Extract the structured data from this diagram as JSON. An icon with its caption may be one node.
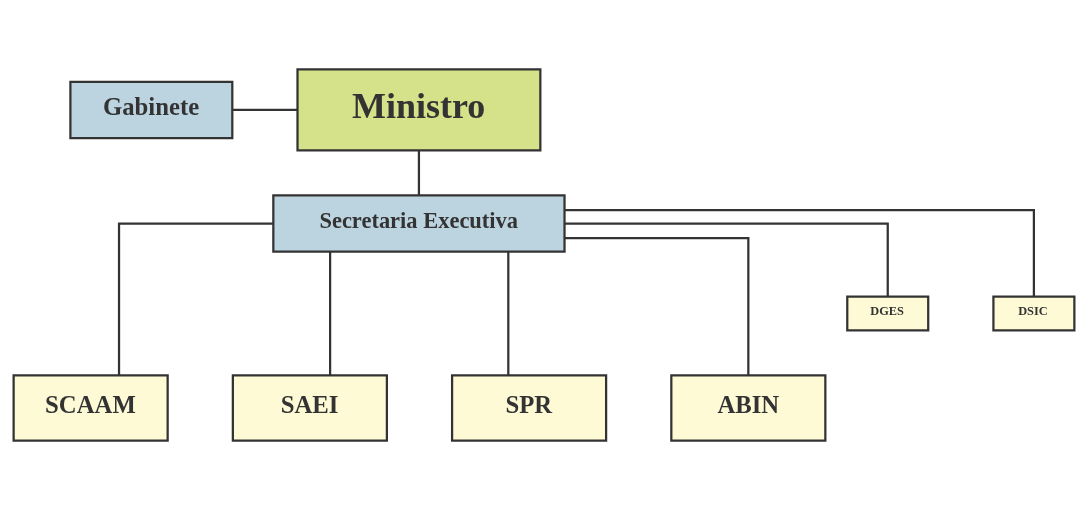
{
  "diagram": {
    "nodes": [
      {
        "text": [
          "Gabinete"
        ]
      },
      {
        "text": [
          "Ministro"
        ]
      },
      {
        "text": [
          "Secretaria Executiva"
        ]
      },
      {
        "text": [
          "DGES"
        ]
      },
      {
        "text": [
          "DSIC"
        ]
      },
      {
        "text": [
          "SCAAM"
        ]
      },
      {
        "text": [
          "SAEI"
        ]
      },
      {
        "text": [
          "SPR"
        ]
      },
      {
        "text": [
          "ABIN"
        ]
      }
    ],
    "edges": [
      {
        "from": 0,
        "to": 1,
        "arrow": "none"
      },
      {
        "from": 1,
        "to": 2,
        "arrow": "none"
      },
      {
        "from": 2,
        "to": 3,
        "arrow": "none"
      },
      {
        "from": 2,
        "to": 4,
        "arrow": "none"
      },
      {
        "from": 2,
        "to": 5,
        "arrow": "none"
      },
      {
        "from": 2,
        "to": 6,
        "arrow": "none"
      },
      {
        "from": 2,
        "to": 7,
        "arrow": "none"
      },
      {
        "from": 2,
        "to": 8,
        "arrow": "none"
      }
    ]
  }
}
